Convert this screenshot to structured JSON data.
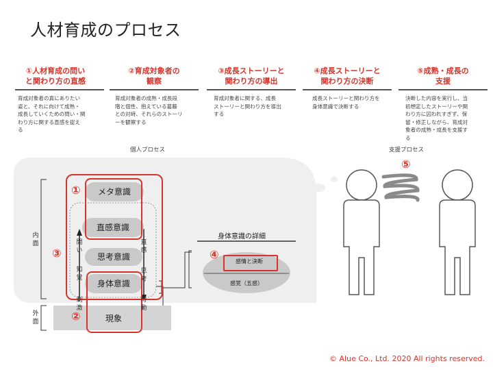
{
  "title": "人材育成のプロセス",
  "steps": [
    {
      "title_l1": "①人材育成の問い",
      "title_l2": "と関わり方の直感",
      "desc": [
        "育成対象者の真にありたい",
        "姿と、それに向けて成熟・",
        "成長していくための問い・関",
        "わり方に関する直感を捉え",
        "る"
      ]
    },
    {
      "title_l1": "②育成対象者の",
      "title_l2": "観察",
      "desc": [
        "育成対象者の成熟・成長段",
        "階と個性、抱えている葛藤",
        "との対峙、それらのストーリ",
        "ーを観察する"
      ]
    },
    {
      "title_l1": "③成長ストーリーと",
      "title_l2": "関わり方の導出",
      "desc": [
        "育成対象者に関する、成長",
        "ストーリーと関わり方を導出",
        "する"
      ]
    },
    {
      "title_l1": "④成長ストーリーと",
      "title_l2": "関わり方の決断",
      "desc": [
        "成長ストーリーと関わり方を",
        "身体意識で決断する"
      ]
    },
    {
      "title_l1": "⑤成熟・成長の",
      "title_l2": "支援",
      "desc": [
        "決断した内容を実行し、当",
        "初想定したストーリーや関",
        "わり方に囚われすぎず、保",
        "留・修正しながら、育成対",
        "象者の成熟・成長を支援す",
        "る"
      ]
    }
  ],
  "personal_process": "個人プロセス",
  "support_process": "支援プロセス",
  "layers": {
    "meta": "メタ意識",
    "intuition": "直感意識",
    "thinking": "思考意識",
    "body": "身体意識",
    "phenomenon": "現象"
  },
  "inner_label": [
    "内",
    "面"
  ],
  "outer_label": [
    "外",
    "面"
  ],
  "left_arrow_labels": [
    "問",
    "い",
    "知",
    "覚",
    "刺",
    "激"
  ],
  "right_arrow_labels": [
    "直",
    "感",
    "思",
    "考",
    "行",
    "動"
  ],
  "body_detail": {
    "title": "身体意識の詳細",
    "emotion": "感情と決断",
    "senses": "感覚（五感）"
  },
  "markers": [
    "①",
    "②",
    "③",
    "④",
    "⑤"
  ],
  "copyright": "© Alue Co., Ltd.   2020   All rights reserved.",
  "colors": {
    "accent": "#d6332a",
    "pill": "#c9c9c9",
    "panel": "#efefef"
  }
}
